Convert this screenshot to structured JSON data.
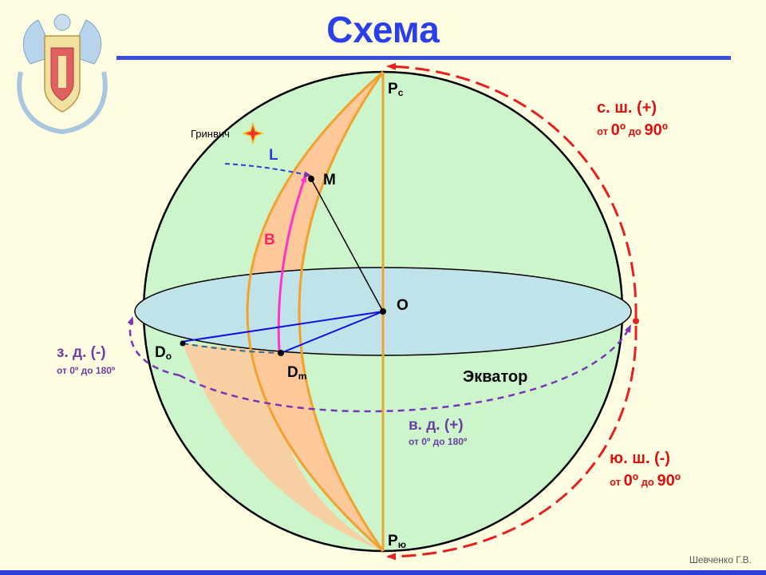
{
  "title": "Схема",
  "author": "Шевченко Г.В.",
  "labels": {
    "north_pole_main": "P",
    "north_pole_sub": "с",
    "south_pole_main": "P",
    "south_pole_sub": "ю",
    "greenwich": "Гринвич",
    "longitude": "L",
    "latitude": "B",
    "point_m": "M",
    "center_o": "O",
    "d0_main": "D",
    "d0_sub": "о",
    "dm_main": "D",
    "dm_sub": "m",
    "equator": "Экватор"
  },
  "annotations": {
    "north_lat_title": "с. ш. (+)",
    "north_lat_range": [
      "от ",
      "0º",
      " до ",
      "90º"
    ],
    "south_lat_title": "ю. ш. (-)",
    "south_lat_range": [
      "от ",
      "0º",
      " до ",
      "90º"
    ],
    "west_lon_title": "з. д. (-)",
    "west_lon_range": "от 0º до 180º",
    "east_lon_title": "в. д. (+)",
    "east_lon_range": "от 0º до 180º"
  },
  "colors": {
    "title": "#2a3fe6",
    "sphere_fill": "#ccf5cc",
    "equator_fill": "#bfe3e8",
    "meridian_sector": "#fdc99a",
    "meridian_line": "#f2a22c",
    "latitude_arc": "#ff33cc",
    "blue_lines": "#1010dd",
    "dashed_purple": "#7a35b5",
    "dashed_red": "#e52020",
    "label_red": "#dd1111",
    "label_purple": "#6a3fa0",
    "label_blue": "#2c3fd8"
  }
}
